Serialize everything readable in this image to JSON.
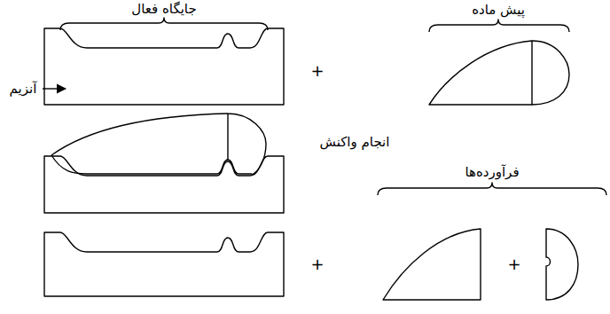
{
  "diagram": {
    "labels": [
      "جایگاه فعال",
      "پیش ماده",
      "آنزیم",
      "+",
      "انجام واکنش",
      "فرآورده‌ها",
      "+",
      "+"
    ]
  }
}
